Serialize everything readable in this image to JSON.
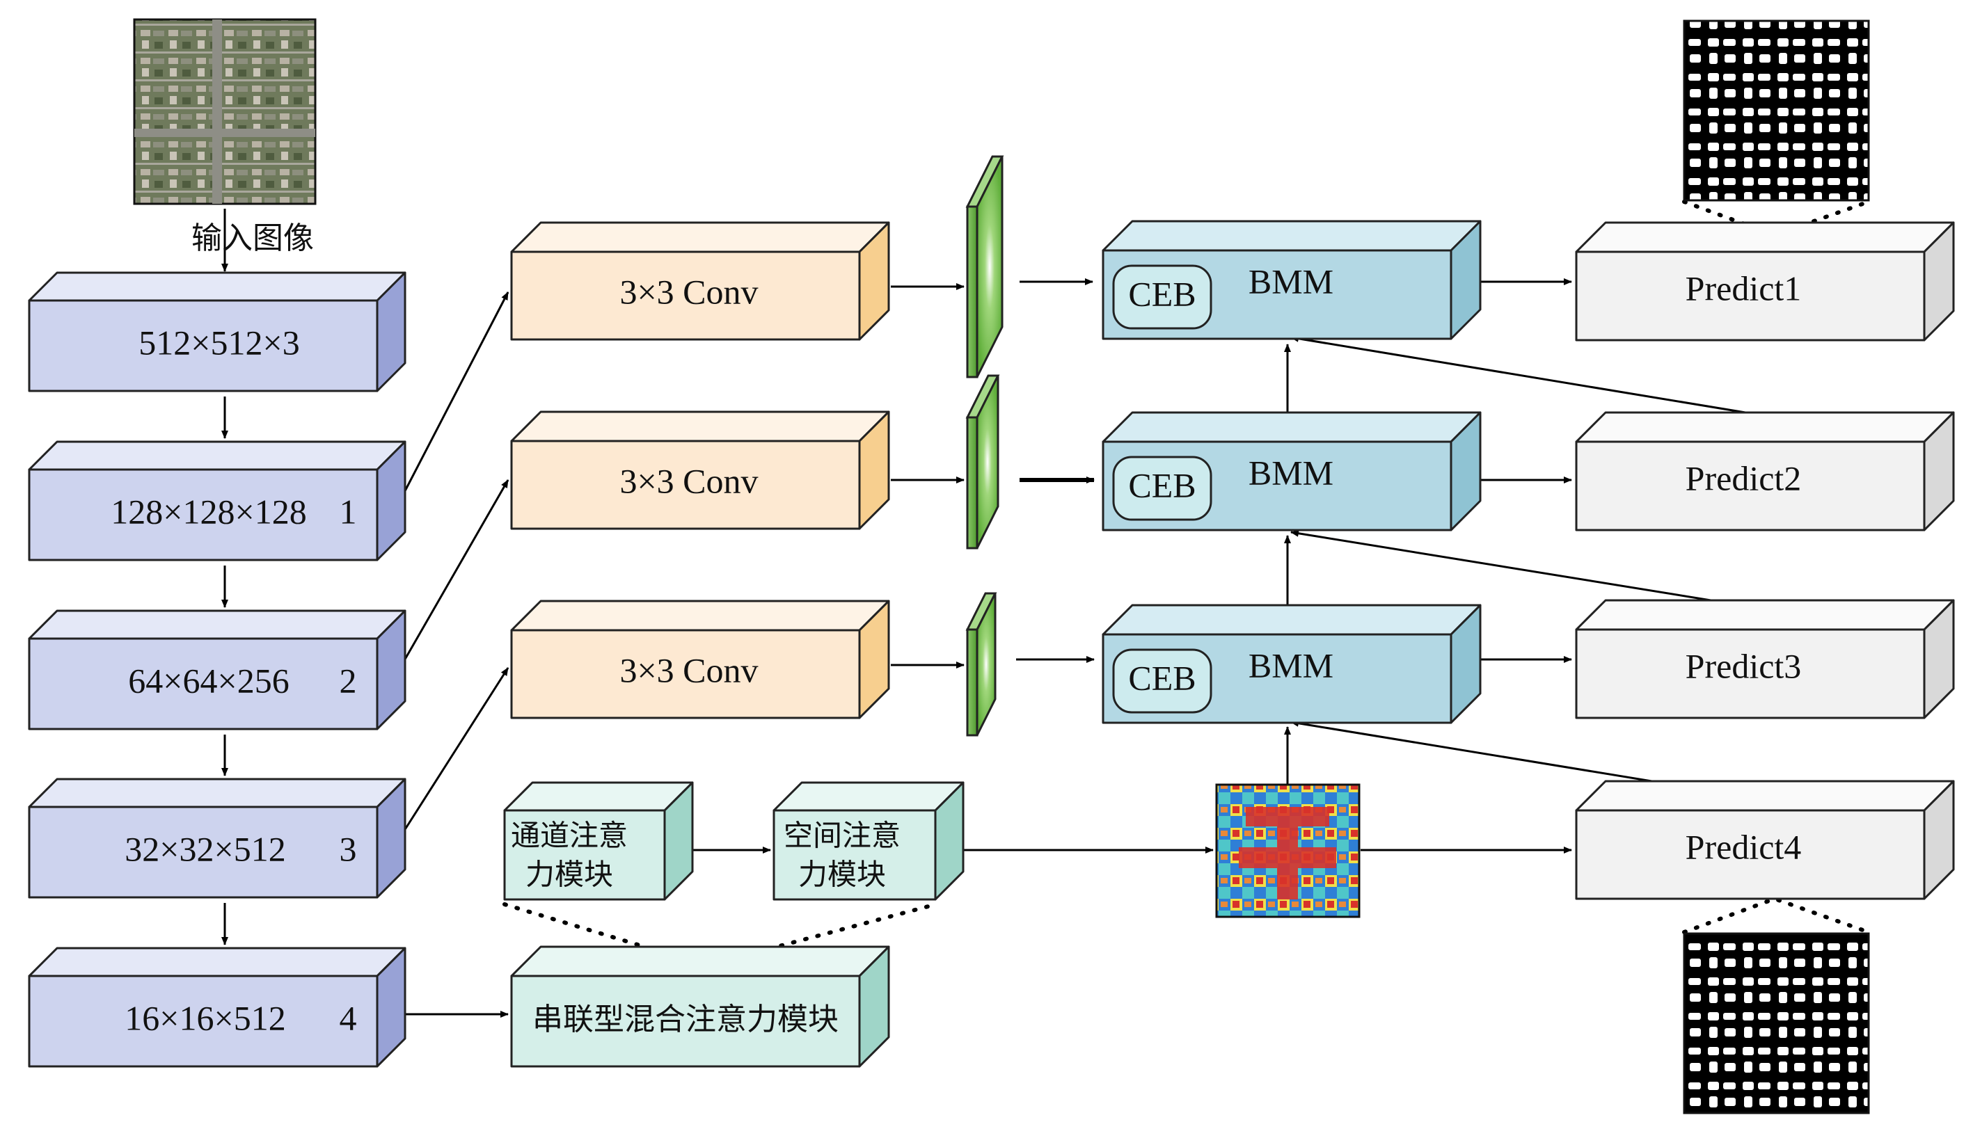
{
  "input_label": "输入图像",
  "encoder": {
    "stages": [
      {
        "dims": "512×512×3",
        "index": ""
      },
      {
        "dims": "128×128×128",
        "index": "1"
      },
      {
        "dims": "64×64×256",
        "index": "2"
      },
      {
        "dims": "32×32×512",
        "index": "3"
      },
      {
        "dims": "16×16×512",
        "index": "4"
      }
    ]
  },
  "conv": {
    "label": "3×3 Conv"
  },
  "attention": {
    "channel_line1": "通道注意",
    "channel_line2": "力模块",
    "spatial_line1": "空间注意",
    "spatial_line2": "力模块",
    "hybrid": "串联型混合注意力模块"
  },
  "bmm": {
    "ceb": "CEB",
    "label": "BMM"
  },
  "predict": [
    "Predict1",
    "Predict2",
    "Predict3",
    "Predict4"
  ],
  "colors": {
    "encoder_front": "#cdd3ee",
    "encoder_top": "#e4e8f7",
    "encoder_side": "#98a2d6",
    "conv_front": "#fde9d2",
    "conv_top": "#fef3e6",
    "conv_side": "#f7cf8f",
    "bmm_front": "#b3d8e4",
    "bmm_top": "#d6ecf3",
    "bmm_side": "#8fc3d3",
    "attn_front": "#d5efe9",
    "attn_top": "#e8f7f3",
    "attn_side": "#9fd5c8",
    "predict_front": "#f2f2f2",
    "predict_top": "#fafafa",
    "predict_side": "#d9d9d9",
    "feature_map": "#7cc24f"
  }
}
